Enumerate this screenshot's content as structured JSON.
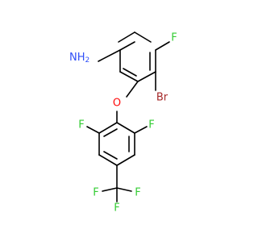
{
  "colors": {
    "bond": "#000000",
    "fluorine": "#33cc33",
    "nitrogen": "#3050f8",
    "oxygen": "#ff0d0d",
    "bromine": "#a62929"
  },
  "atoms": {
    "f_top": "F",
    "amine": "NH",
    "amine_sub": "2",
    "bromine": "Br",
    "oxygen": "O",
    "f_left": "F",
    "f_right": "F",
    "cf3_f_left": "F",
    "cf3_f_right": "F",
    "cf3_f_bottom": "F"
  }
}
